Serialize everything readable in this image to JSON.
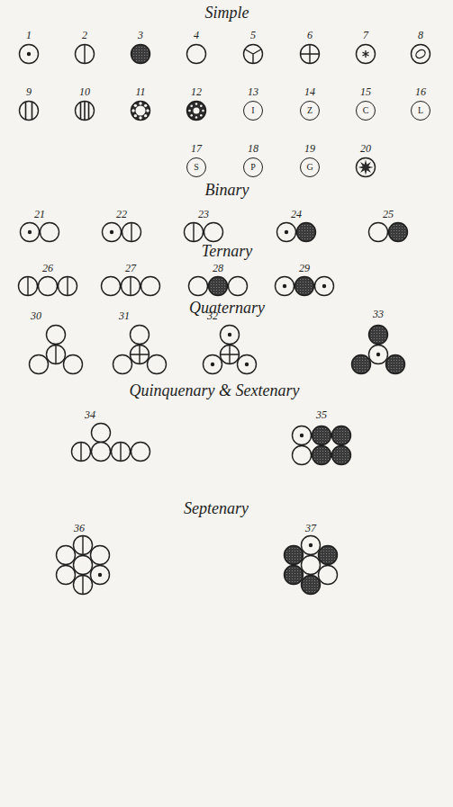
{
  "diagram": {
    "nodes": [
      {
        "text": [
          "I"
        ]
      },
      {
        "text": [
          "Z"
        ]
      },
      {
        "text": [
          "C"
        ]
      },
      {
        "text": [
          "L"
        ]
      },
      {
        "text": [
          "S"
        ]
      },
      {
        "text": [
          "P"
        ]
      },
      {
        "text": [
          "G"
        ]
      }
    ],
    "labels": [
      "Simple",
      "1",
      "2",
      "3",
      "4",
      "5",
      "6",
      "7",
      "8",
      "9",
      "10",
      "11",
      "12",
      "13",
      "14",
      "15",
      "16",
      "17",
      "18",
      "19",
      "20",
      "Binary",
      "21",
      "22",
      "23",
      "24",
      "25",
      "Ternary",
      "26",
      "27",
      "28",
      "29",
      "Quaternary",
      "30",
      "31",
      "32",
      "33",
      "Quinquenary & Sextenary",
      "34",
      "35",
      "Septenary",
      "36",
      "37"
    ]
  }
}
